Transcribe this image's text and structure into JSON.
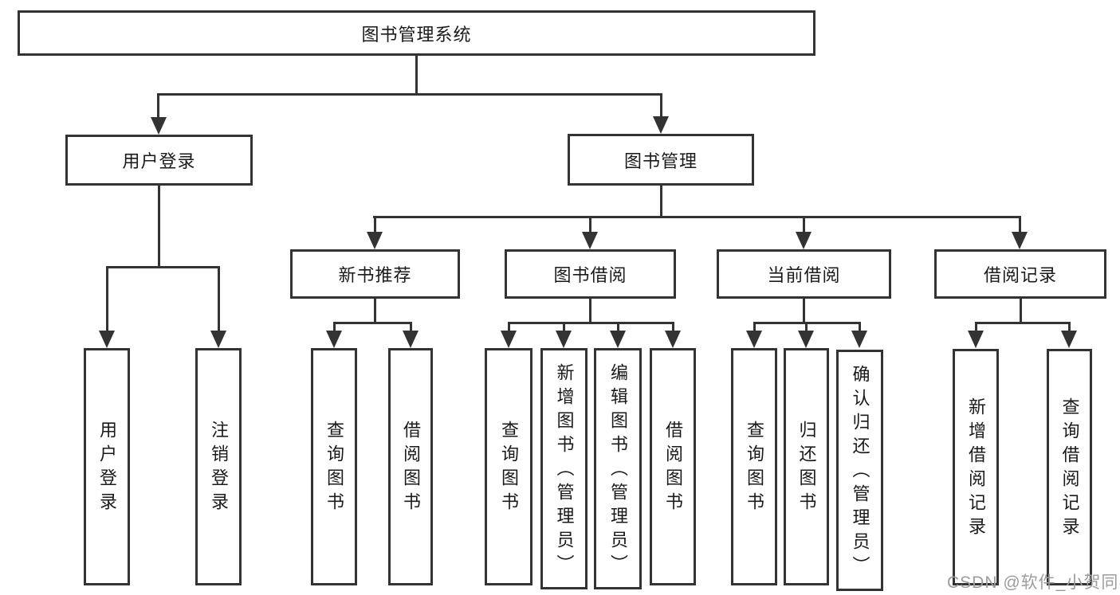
{
  "nodes": {
    "root": "图书管理系统",
    "user_login": "用户登录",
    "book_mgmt": "图书管理",
    "new_book": "新书推荐",
    "book_borrow": "图书借阅",
    "current_borrow": "当前借阅",
    "borrow_record": "借阅记录",
    "leaf_user_login": "用户登录",
    "leaf_logout": "注销登录",
    "leaf_nb_query": "查询图书",
    "leaf_nb_borrow": "借阅图书",
    "leaf_bb_query": "查询图书",
    "leaf_bb_add": "新增图书（管理员）",
    "leaf_bb_edit": "编辑图书（管理员）",
    "leaf_bb_borrow": "借阅图书",
    "leaf_cb_query": "查询图书",
    "leaf_cb_return": "归还图书",
    "leaf_cb_confirm": "确认归还（管理员）",
    "leaf_br_add": "新增借阅记录",
    "leaf_br_query": "查询借阅记录"
  },
  "watermark": "CSDN @软件_小贺同学",
  "colors": {
    "line": "#333333",
    "text": "#1a1a1a",
    "box_bg": "#ffffff",
    "watermark": "#9c9c9c",
    "background": "#ffffff"
  }
}
